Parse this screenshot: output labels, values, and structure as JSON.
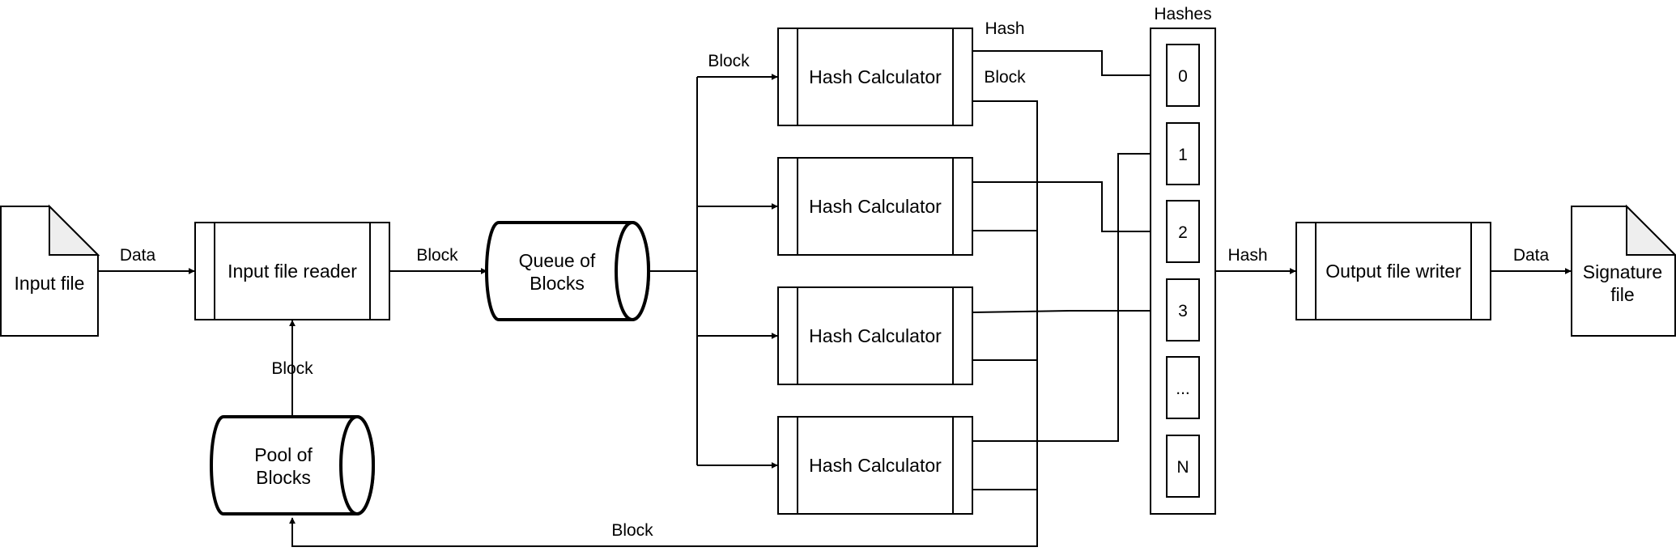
{
  "nodes": {
    "input_file": "Input file",
    "input_reader": "Input file reader",
    "queue_line1": "Queue of",
    "queue_line2": "Blocks",
    "pool_line1": "Pool of",
    "pool_line2": "Blocks",
    "hash_calculator": "Hash Calculator",
    "hashes_title": "Hashes",
    "slots": [
      "0",
      "1",
      "2",
      "3",
      "...",
      "N"
    ],
    "output_writer": "Output file writer",
    "signature_line1": "Signature",
    "signature_line2": "file"
  },
  "edges": {
    "data_in": "Data",
    "block_to_queue": "Block",
    "block_from_pool": "Block",
    "block_to_calc": "Block",
    "hash_out": "Hash",
    "block_out": "Block",
    "block_return": "Block",
    "hash_to_writer": "Hash",
    "data_out": "Data"
  }
}
